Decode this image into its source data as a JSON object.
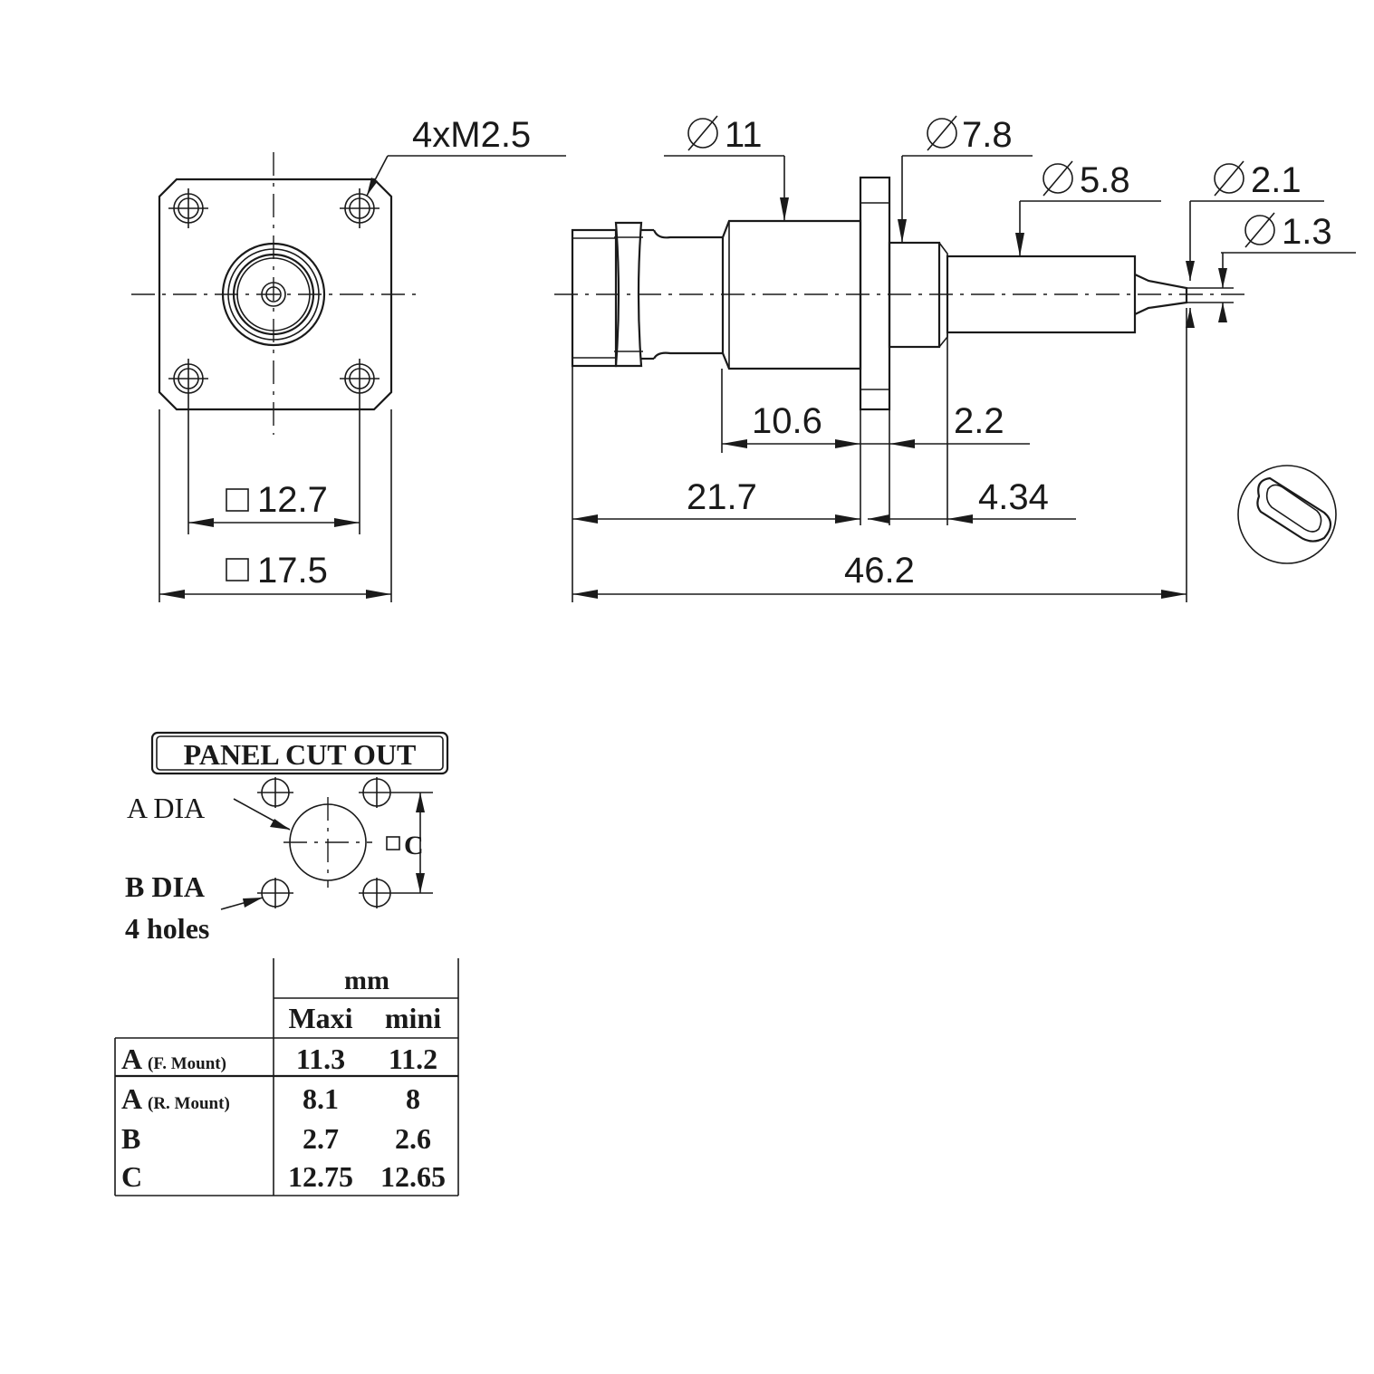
{
  "front_view": {
    "thread_label": "4xM2.5",
    "hole_spacing_label": "12.7",
    "flange_width_label": "17.5"
  },
  "side_view": {
    "dia_body": "11",
    "dia_flange_neck": "7.8",
    "dia_rear_body": "5.8",
    "dia_pin_outer": "2.1",
    "dia_pin_inner": "1.3",
    "len_front_to_flange": "10.6",
    "flange_thickness": "2.2",
    "len_nose_to_flange": "21.7",
    "len_rear_step": "4.34",
    "overall_length": "46.2"
  },
  "panel_cutout": {
    "title": "PANEL CUT OUT",
    "a_label": "A DIA",
    "b_label": "B DIA",
    "b_note": "4 holes",
    "c_label": "C"
  },
  "table": {
    "unit": "mm",
    "col_maxi": "Maxi",
    "col_mini": "mini",
    "rows": [
      {
        "key": "A",
        "note": "(F. Mount)",
        "maxi": "11.3",
        "mini": "11.2"
      },
      {
        "key": "A",
        "note": "(R. Mount)",
        "maxi": "8.1",
        "mini": "8"
      },
      {
        "key": "B",
        "note": "",
        "maxi": "2.7",
        "mini": "2.6"
      },
      {
        "key": "C",
        "note": "",
        "maxi": "12.75",
        "mini": "12.65"
      }
    ]
  }
}
